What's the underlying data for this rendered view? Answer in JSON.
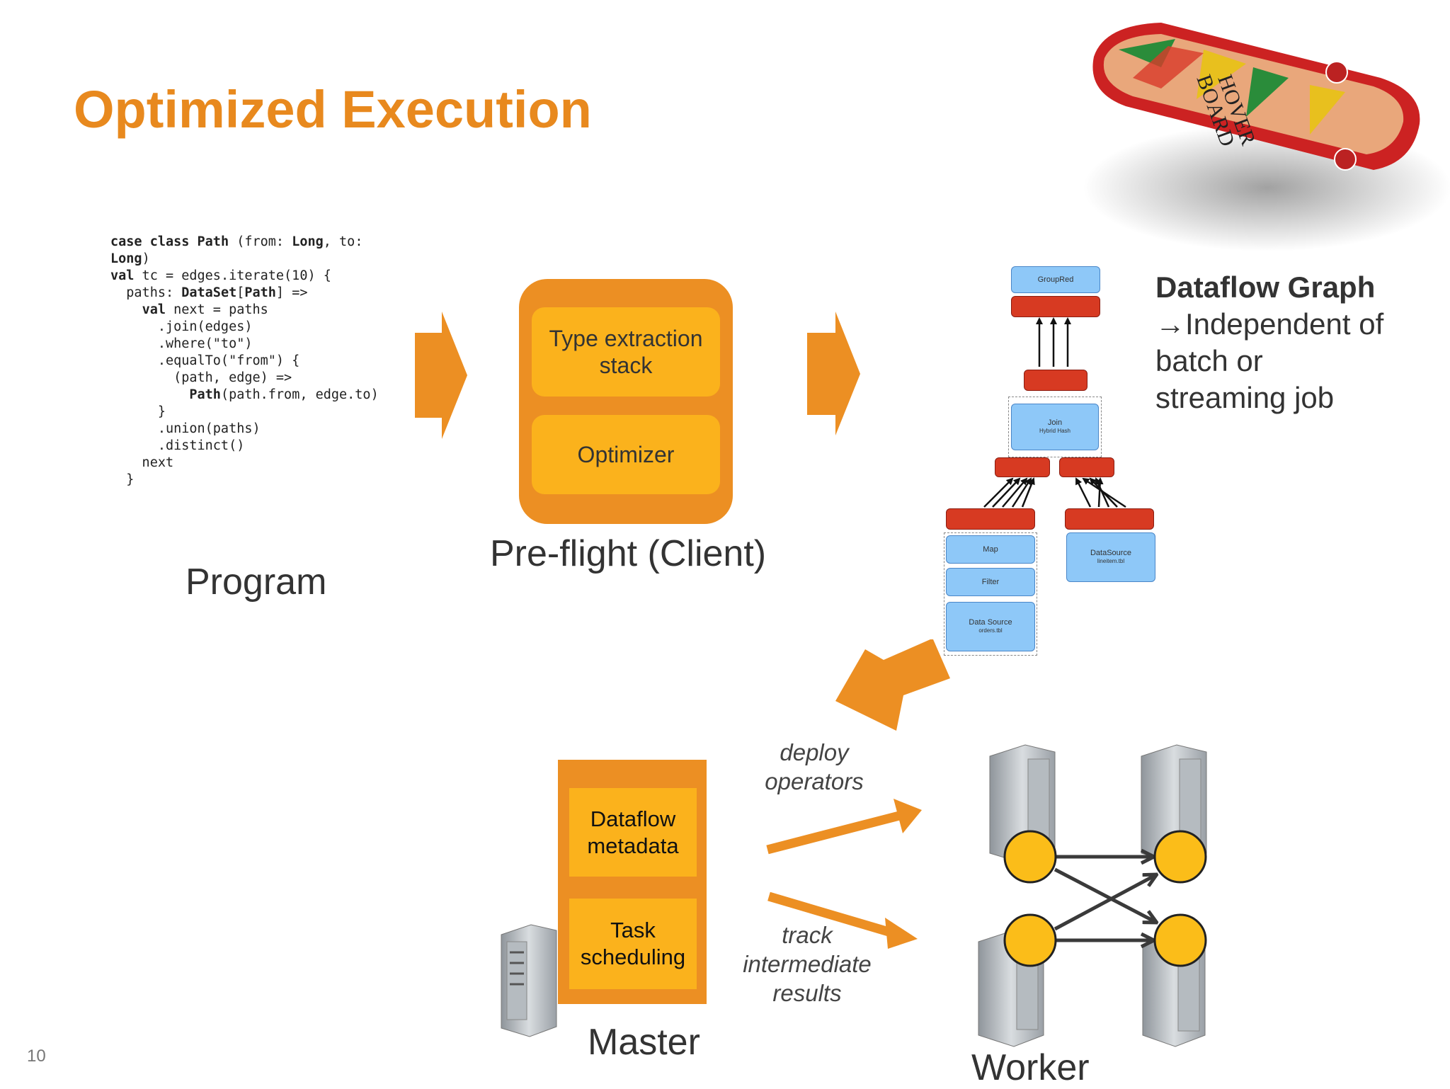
{
  "slide": {
    "title": "Optimized Execution",
    "page_number": "10"
  },
  "program": {
    "caption": "Program",
    "code_lines": [
      "case class Path (from: Long, to:",
      "Long)",
      "val tc = edges.iterate(10) {",
      "  paths: DataSet[Path] =>",
      "    val next = paths",
      "      .join(edges)",
      "      .where(\"to\")",
      "      .equalTo(\"from\") {",
      "        (path, edge) =>",
      "          Path(path.from, edge.to)",
      "      }",
      "      .union(paths)",
      "      .distinct()",
      "    next",
      "  }"
    ]
  },
  "preflight": {
    "caption": "Pre-flight (Client)",
    "stage1": "Type extraction stack",
    "stage2": "Optimizer"
  },
  "dataflow": {
    "title_bold": "Dataflow Graph",
    "description_lines": [
      "→Independent of",
      "batch or",
      "streaming job"
    ],
    "nodes": {
      "group_reduce": "GroupRed",
      "hybrid_join": "Join",
      "hybrid_join_sub": "Hybrid Hash",
      "map": "Map",
      "filter": "Filter",
      "data_source_orders": "Data Source",
      "data_source_orders_sub": "orders.tbl",
      "data_source_lineitem": "DataSource",
      "data_source_lineitem_sub": "lineitem.tbl"
    }
  },
  "master": {
    "caption": "Master",
    "box1": "Dataflow metadata",
    "box2": "Task scheduling"
  },
  "arrows": {
    "deploy": [
      "deploy",
      "operators"
    ],
    "track": [
      "track",
      "intermediate",
      "results"
    ]
  },
  "worker": {
    "caption": "Worker"
  },
  "colors": {
    "accent_orange": "#e8891e",
    "box_orange": "#ec8f23",
    "box_yellow": "#fbb21c",
    "node_blue": "#8ec8f8",
    "node_red": "#d73a22",
    "worker_node": "#fbbd19"
  }
}
